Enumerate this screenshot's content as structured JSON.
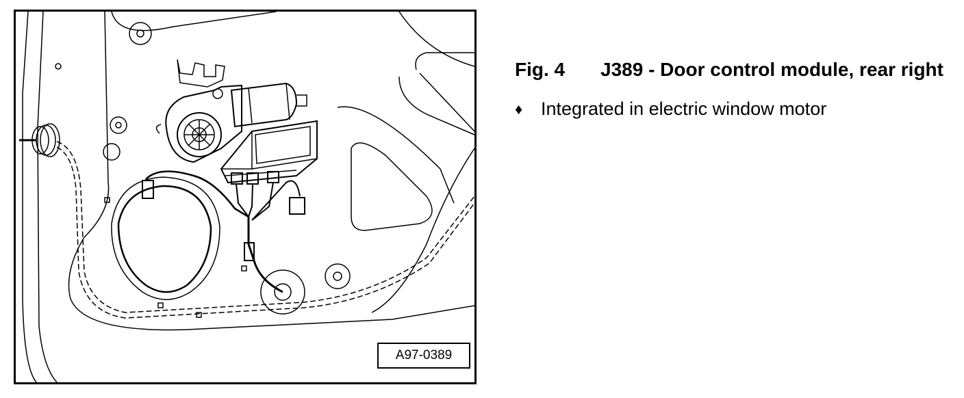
{
  "figure": {
    "id_label": "A97-0389"
  },
  "caption": {
    "fig_number": "Fig. 4",
    "title": "J389 - Door control module, rear right",
    "bullet_symbol": "♦",
    "bullet_text": "Integrated in electric window motor"
  }
}
